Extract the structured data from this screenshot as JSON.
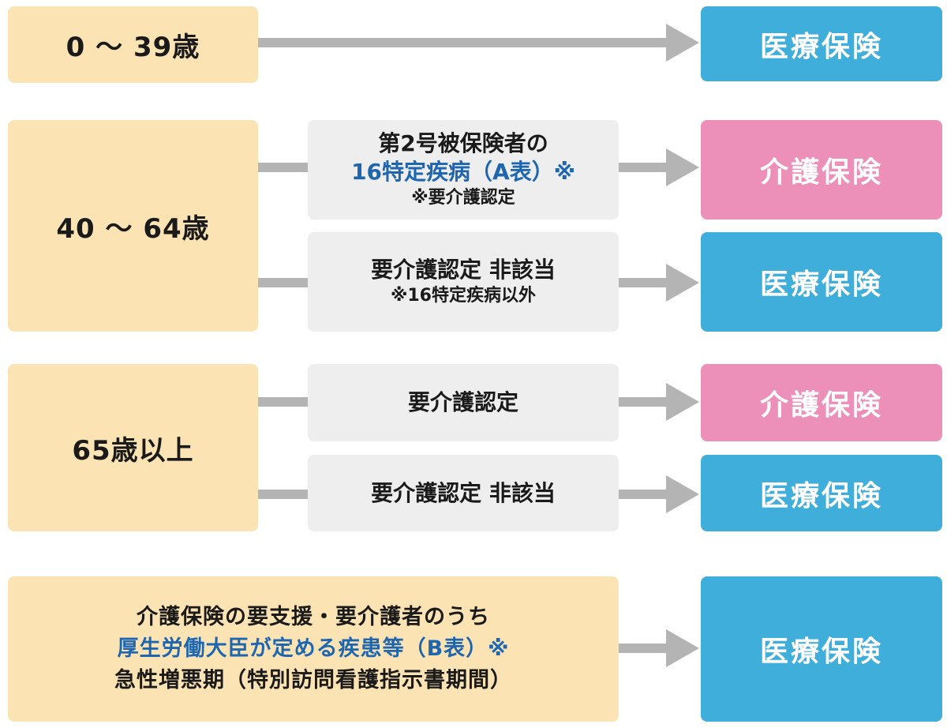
{
  "insurance_colors": {
    "medical": "#40aedb",
    "care": "#ec90ba",
    "age_box": "#fce3b4",
    "condition_box": "#eeeeee",
    "connector": "#b4b4b4",
    "highlight_text": "#1e66b0"
  },
  "rows": {
    "row1": {
      "age": "0 〜 39歳",
      "result": "医療保険"
    },
    "row2": {
      "age": "40 〜 64歳",
      "cond_a": {
        "line1": "第2号被保険者の",
        "line2": "16特定疾病（A表）※",
        "note": "※要介護認定"
      },
      "result_a": "介護保険",
      "cond_b": {
        "line1": "要介護認定 非該当",
        "note": "※16特定疾病以外"
      },
      "result_b": "医療保険"
    },
    "row3": {
      "age": "65歳以上",
      "cond_a": "要介護認定",
      "result_a": "介護保険",
      "cond_b": "要介護認定 非該当",
      "result_b": "医療保険"
    },
    "row4": {
      "line1": "介護保険の要支援・要介護者のうち",
      "line2": "厚生労働大臣が定める疾患等（B表）※",
      "line3": "急性増悪期（特別訪問看護指示書期間）",
      "result": "医療保険"
    }
  }
}
